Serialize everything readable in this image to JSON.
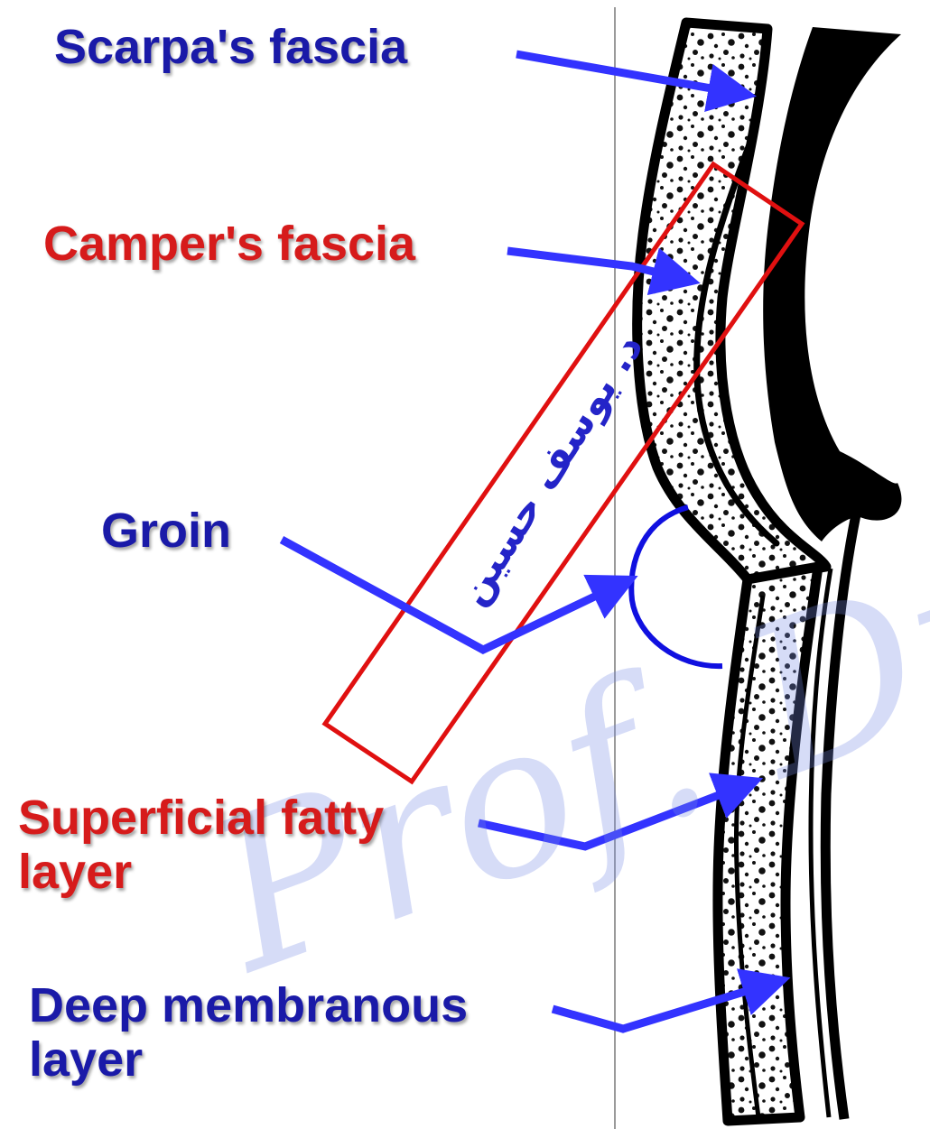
{
  "labels": {
    "scarpa": "Scarpa's fascia",
    "camper": "Camper's fascia",
    "groin": "Groin",
    "superficial_line1": "Superficial fatty",
    "superficial_line2": "layer",
    "deep_line1": "Deep membranous",
    "deep_line2": "layer"
  },
  "stamp_text": "د. يوسف حسين",
  "watermark_text": "Prof. Dr. Yo",
  "colors": {
    "label_blue": "#1a1aa8",
    "label_red": "#d61b1b",
    "arrow_blue": "#3333ff",
    "stamp_red": "#e01010",
    "stamp_text_blue": "#2424c8",
    "groin_outline": "#1010e0"
  }
}
